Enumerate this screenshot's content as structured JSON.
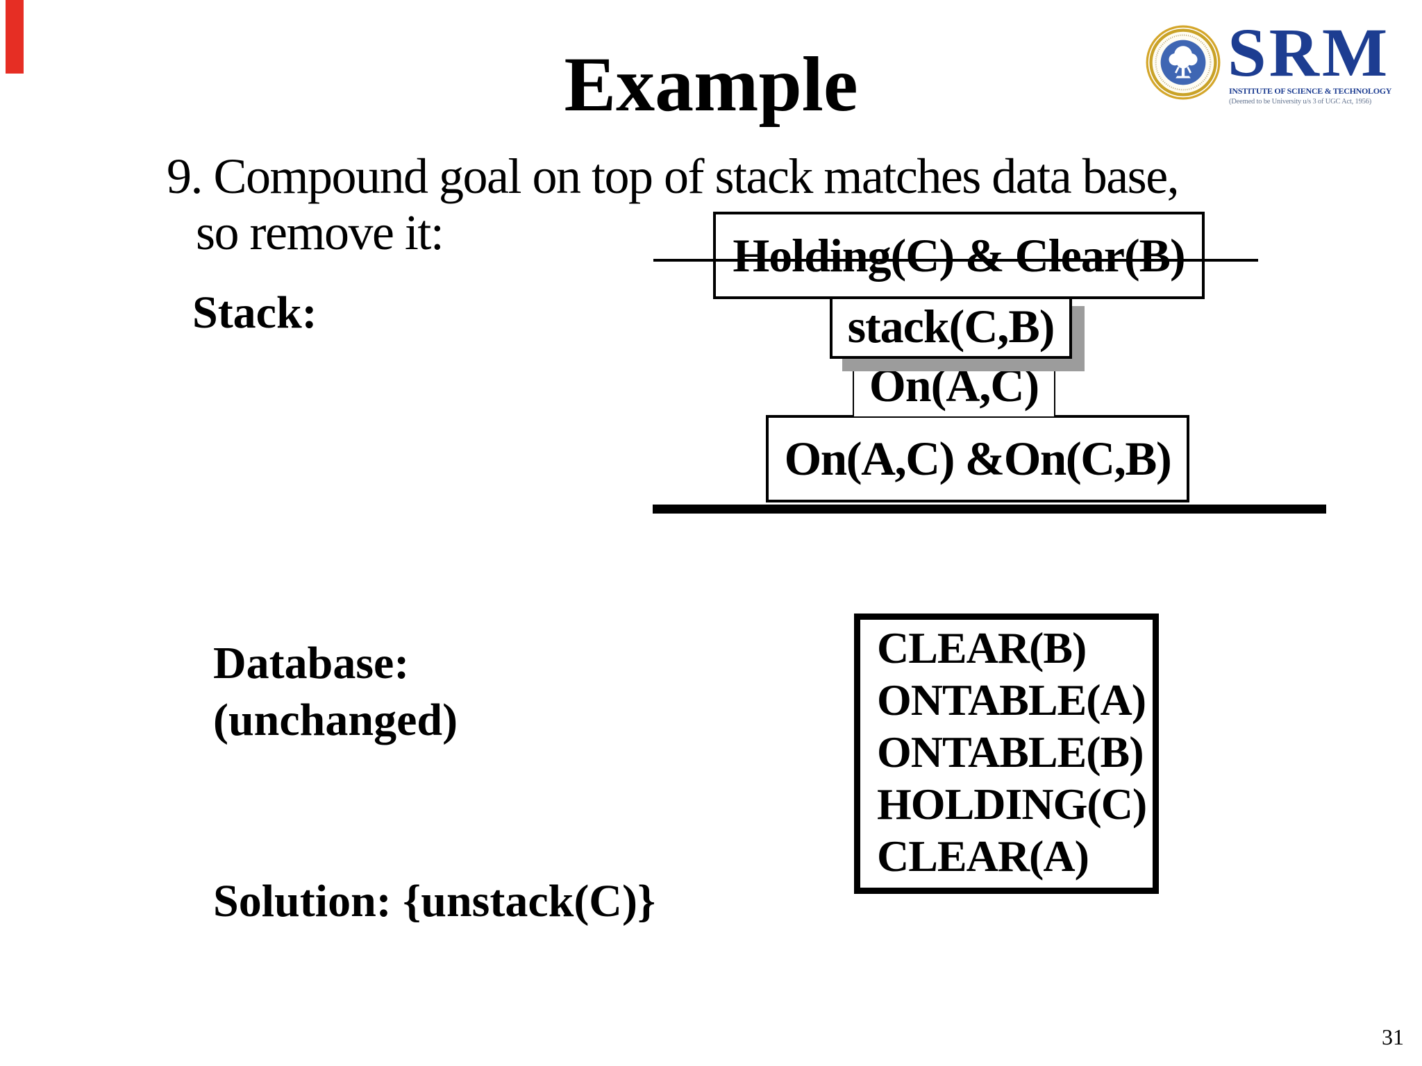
{
  "slide": {
    "title": "Example",
    "page_number": "31"
  },
  "logo": {
    "acronym": "SRM",
    "institute": "INSTITUTE OF SCIENCE & TECHNOLOGY",
    "tagline": "(Deemed to be University u/s 3 of UGC Act, 1956)",
    "colors": {
      "blue": "#1d3d91",
      "gold": "#c9a227",
      "disc_blue": "#3f66b3"
    }
  },
  "body": {
    "step_line1": "9. Compound goal on top of stack matches data base,",
    "step_line2": "so remove it:",
    "stack_label": "Stack:",
    "database_label": "Database:",
    "database_note": "(unchanged)",
    "solution_label": "Solution: {unstack(C)}"
  },
  "goal_stack": {
    "crossed_out": "Holding(C) & Clear(B)",
    "items": [
      "stack(C,B)",
      "On(A,C)",
      "On(A,C) &On(C,B)"
    ]
  },
  "database": {
    "facts": [
      "CLEAR(B)",
      "ONTABLE(A)",
      "ONTABLE(B)",
      "HOLDING(C)",
      "CLEAR(A)"
    ]
  }
}
